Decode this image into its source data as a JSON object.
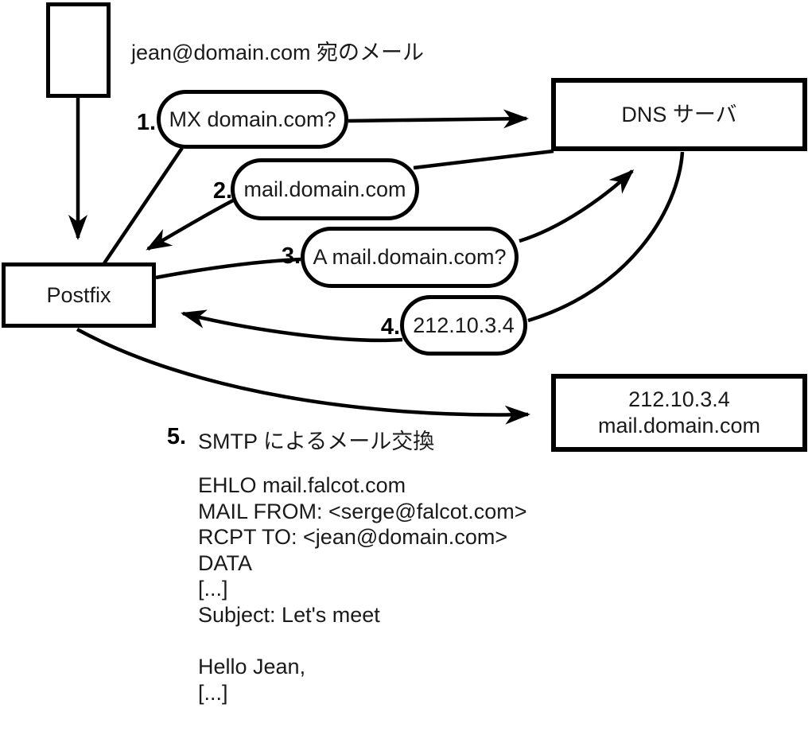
{
  "diagram": {
    "incoming_mail_note": "jean@domain.com 宛のメール",
    "nodes": {
      "postfix": {
        "label": "Postfix"
      },
      "dns_server": {
        "label": "DNS サーバ"
      },
      "mail_server": {
        "line1": "212.10.3.4",
        "line2": "mail.domain.com"
      }
    },
    "steps": [
      {
        "num": "1.",
        "label": "MX domain.com?"
      },
      {
        "num": "2.",
        "label": "mail.domain.com"
      },
      {
        "num": "3.",
        "label": "A mail.domain.com?"
      },
      {
        "num": "4.",
        "label": "212.10.3.4"
      },
      {
        "num": "5.",
        "label": "SMTP によるメール交換"
      }
    ],
    "smtp_session": "EHLO mail.falcot.com\nMAIL FROM: <serge@falcot.com>\nRCPT TO: <jean@domain.com>\nDATA\n[...]\nSubject: Let's meet\n\nHello Jean,\n[...]\n\n.",
    "colors": {
      "stroke": "#000000",
      "background": "#ffffff"
    }
  }
}
